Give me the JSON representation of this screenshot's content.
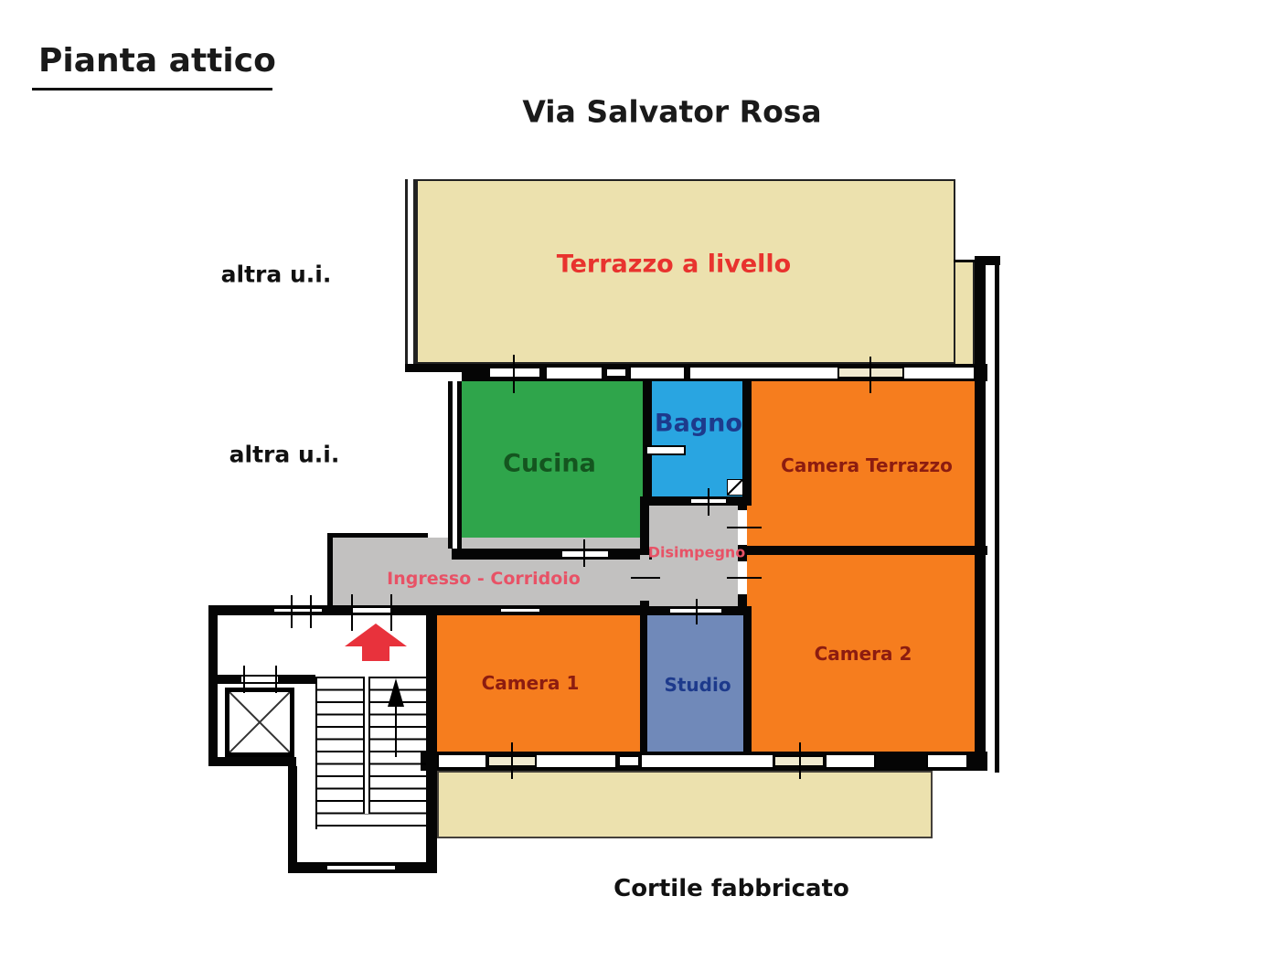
{
  "page": {
    "title": "Pianta attico",
    "street": "Via Salvator Rosa",
    "courtyard": "Cortile fabbricato",
    "other_unit": "altra u.i."
  },
  "rooms": {
    "terrace": {
      "label": "Terrazzo a livello",
      "color": "#ece1ae",
      "label_color": "#e8332e"
    },
    "cucina": {
      "label": "Cucina",
      "color": "#2fa54b",
      "label_color": "#14551f"
    },
    "bagno": {
      "label": "Bagno",
      "color": "#29a5e1",
      "label_color": "#1d3a8c"
    },
    "camera_terrazzo": {
      "label": "Camera Terrazzo",
      "color": "#f67d1e",
      "label_color": "#8c1c10"
    },
    "disimpegno": {
      "label": "Disimpegno",
      "color": "#c2c1c0",
      "label_color": "#e85266"
    },
    "ingresso": {
      "label": "Ingresso - Corridoio",
      "color": "#c2c1c0",
      "label_color": "#e85266"
    },
    "camera1": {
      "label": "Camera 1",
      "color": "#f67d1e",
      "label_color": "#8c1c10"
    },
    "studio": {
      "label": "Studio",
      "color": "#7089b9",
      "label_color": "#1d3a8c"
    },
    "camera2": {
      "label": "Camera 2",
      "color": "#f67d1e",
      "label_color": "#8c1c10"
    },
    "cortile_strip": {
      "color": "#ece1ae"
    }
  },
  "symbols": {
    "entry_arrow_color": "#e8323c",
    "wall_color": "#050505"
  }
}
